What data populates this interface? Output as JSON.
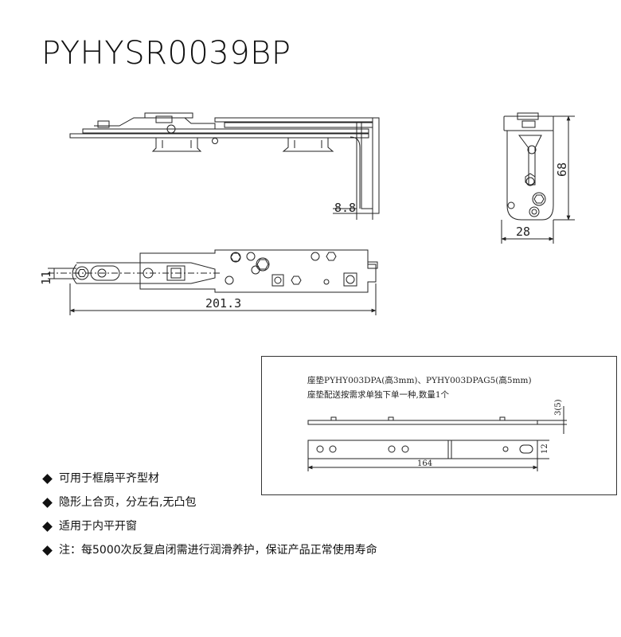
{
  "product": {
    "model": "PYHYSR0039BP"
  },
  "drawing": {
    "dims": {
      "offset": "8.8",
      "height": "68",
      "depth": "28",
      "thickness": "11",
      "length": "201.3"
    }
  },
  "inset": {
    "note_line1": "座垫PYHY003DPA(高3mm)、PYHY003DPAG5(高5mm)",
    "note_line2": "座垫配送按需求单独下单一种,数量1个",
    "dims": {
      "thickness": "3(5)",
      "width": "12",
      "length": "164"
    }
  },
  "features": [
    "可用于框扇平齐型材",
    "隐形上合页，分左右,无凸包",
    "适用于内平开窗",
    "注：每5000次反复启闭需进行润滑养护，保证产品正常使用寿命"
  ],
  "icons": {
    "bullet": "diamond-bullet-icon"
  },
  "colors": {
    "line": "#222222",
    "text": "#111111",
    "background": "#ffffff"
  }
}
